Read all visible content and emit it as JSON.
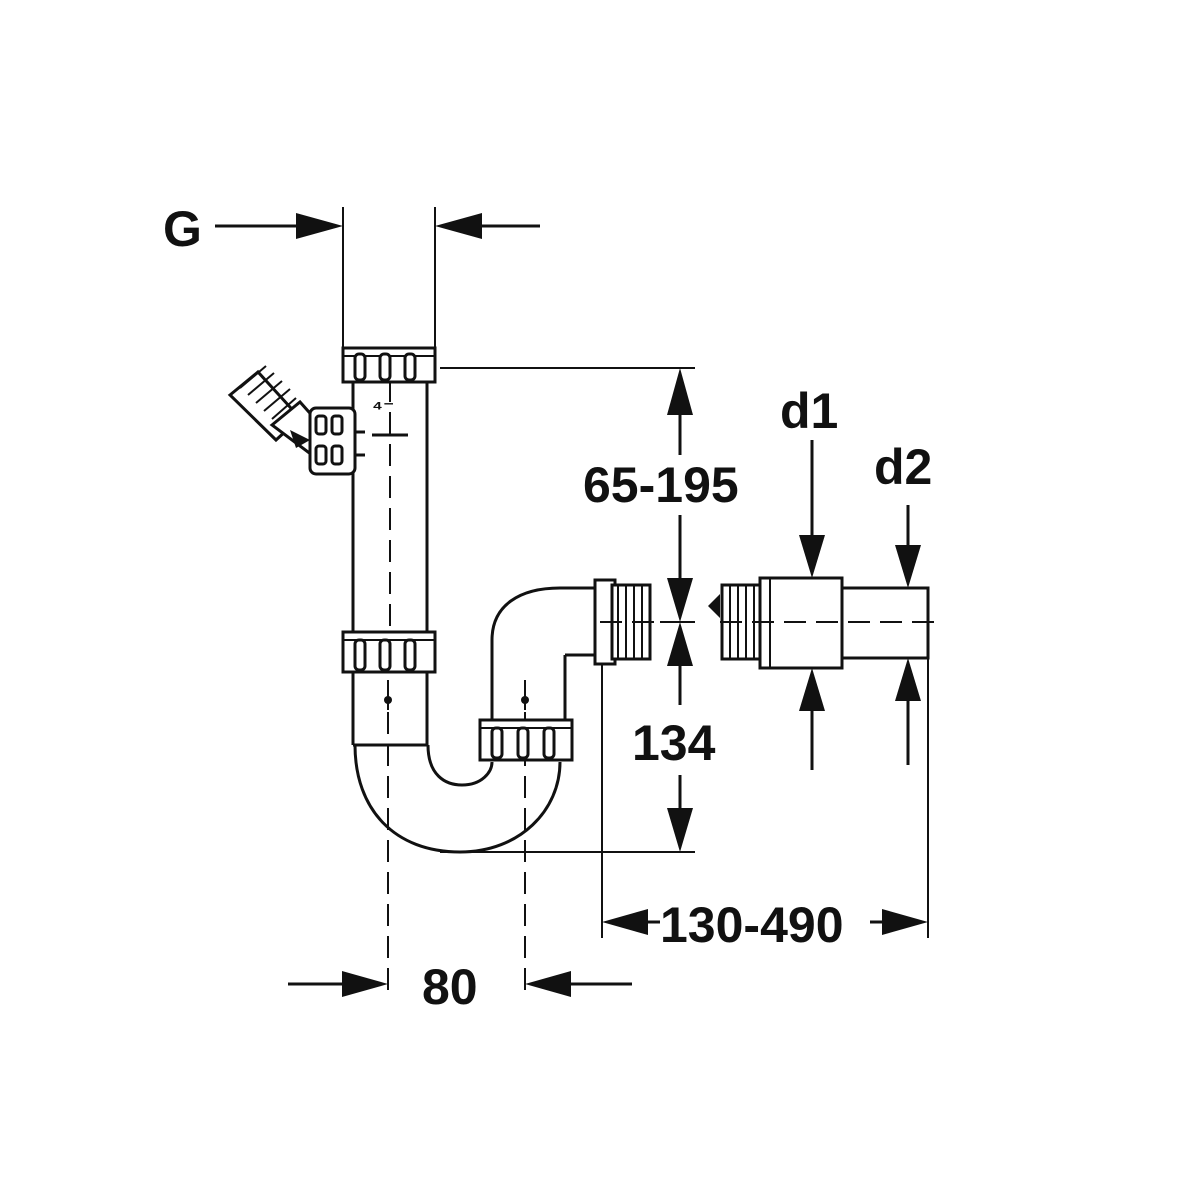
{
  "diagram": {
    "labels": {
      "g": "G",
      "height_range": "65-195",
      "height_fixed": "134",
      "length_range": "130-490",
      "offset": "80",
      "d1": "d1",
      "d2": "d2"
    }
  }
}
